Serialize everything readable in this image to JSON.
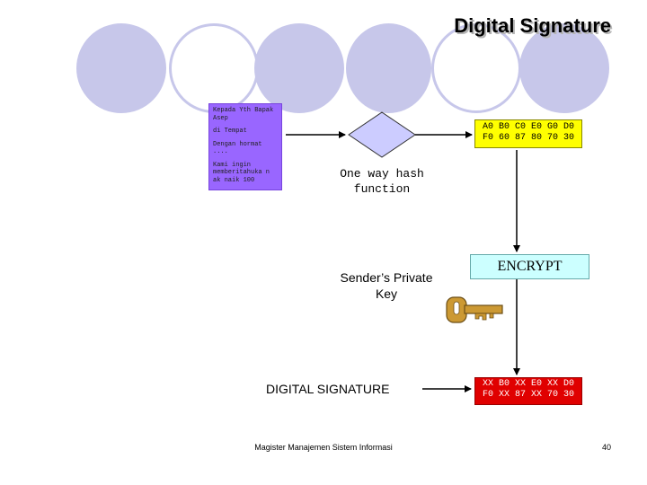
{
  "slide": {
    "title": "Digital Signature",
    "footer": "Magister Manajemen Sistem Informasi",
    "page_number": "40"
  },
  "letter": {
    "lines": [
      "Kepada Yth Bapak Asep",
      "di Tempat",
      "Dengan hormat ....",
      "Kami ingin memberitahuka n ak naik 100"
    ]
  },
  "hash": {
    "label": "One way hash function"
  },
  "digest": {
    "line1": "A0 B0 C0 E0 G0 D0",
    "line2": "F0 60 87 80 70 30"
  },
  "encrypt": {
    "label": "ENCRYPT"
  },
  "private_key": {
    "label": "Sender’s Private Key"
  },
  "signature": {
    "label": "DIGITAL SIGNATURE",
    "line1": "XX B0 XX E0 XX D0",
    "line2": "F0 XX 87 XX 70 30"
  },
  "colors": {
    "letter_bg": "#9966ff",
    "digest_bg": "#ffff00",
    "signature_bg": "#e00000",
    "encrypt_bg": "#ccffff",
    "diamond_fill": "#ccccff",
    "key_color": "#cc9933",
    "circle_color": "#c7c7ea"
  }
}
